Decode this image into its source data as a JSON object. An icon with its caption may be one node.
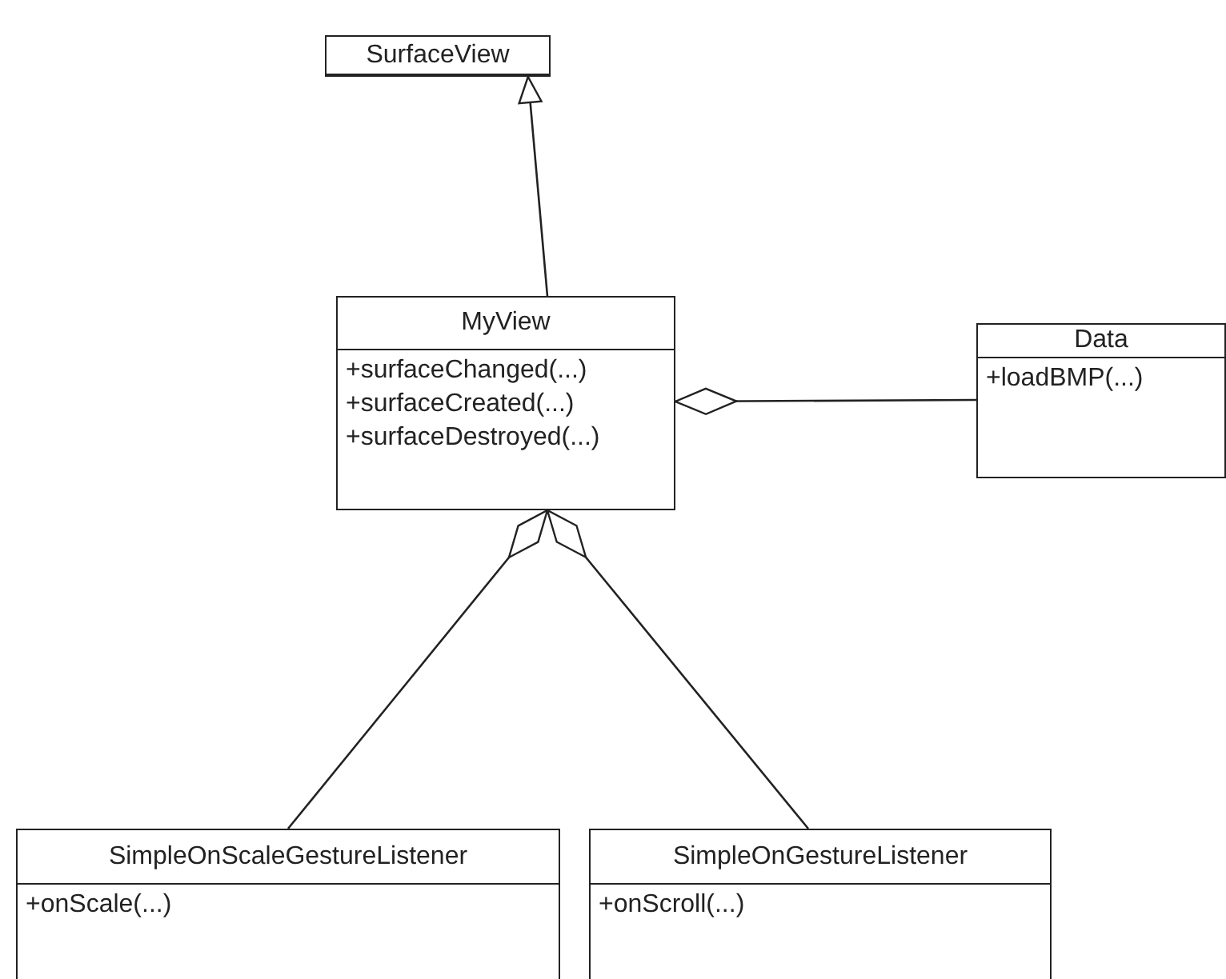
{
  "diagram": {
    "nodes": [
      {
        "text": [
          "SurfaceView"
        ]
      },
      {
        "text": [
          "MyView",
          "+surfaceChanged(...)",
          "+surfaceCreated(...)",
          "+surfaceDestroyed(...)"
        ]
      },
      {
        "text": [
          "Data",
          "+loadBMP(...)"
        ]
      },
      {
        "text": [
          "SimpleOnScaleGestureListener",
          "+onScale(...)"
        ]
      },
      {
        "text": [
          "SimpleOnGestureListener",
          "+onScroll(...)"
        ]
      }
    ],
    "edges": [
      {
        "from": 1,
        "to": 0,
        "arrow": "to"
      },
      {
        "from": 2,
        "to": 1,
        "arrow": "other"
      },
      {
        "from": 3,
        "to": 1,
        "arrow": "other"
      },
      {
        "from": 4,
        "to": 1,
        "arrow": "other"
      }
    ]
  }
}
